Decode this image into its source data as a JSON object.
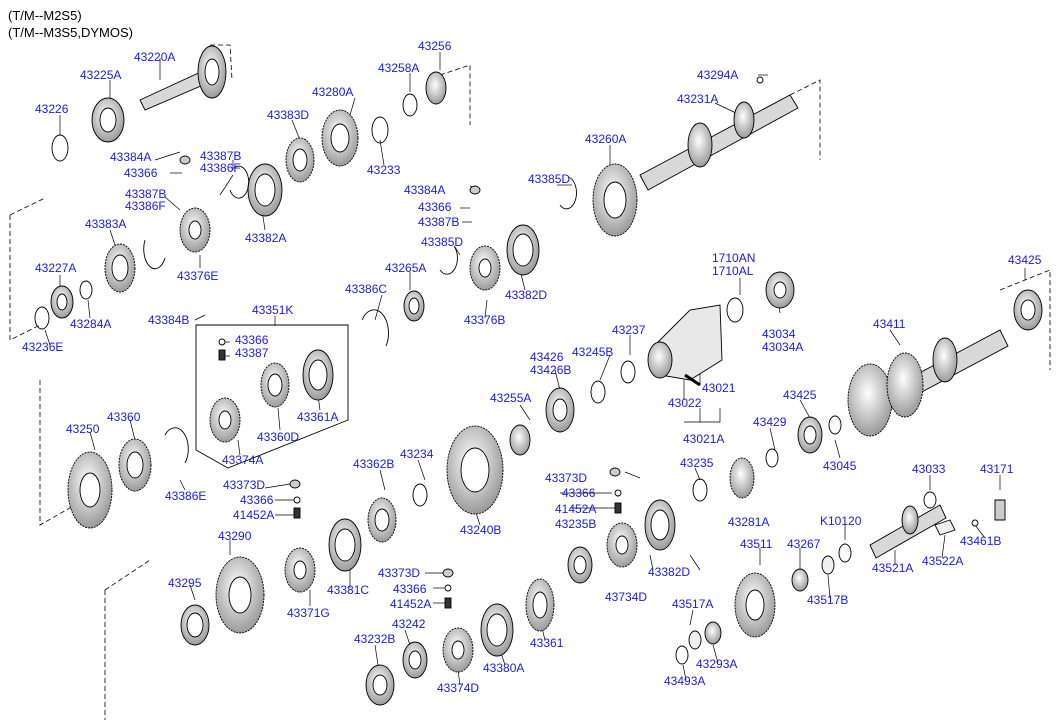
{
  "header": {
    "notes": [
      "(T/M--M2S5)",
      "(T/M--M3S5,DYMOS)"
    ]
  },
  "colors": {
    "part_label": "#1a1ae6",
    "line": "#000000"
  },
  "parts": {
    "p43220A": "43220A",
    "p43225A": "43225A",
    "p43226": "43226",
    "p43256": "43256",
    "p43258A": "43258A",
    "p43294A": "43294A",
    "p43231A": "43231A",
    "p43280A": "43280A",
    "p43383D": "43383D",
    "p43233": "43233",
    "p43260A": "43260A",
    "p43384A_1": "43384A",
    "p43366_1": "43366",
    "p43387B_1": "43387B",
    "p43386F_1": "43386F",
    "p43387B_2": "43387B",
    "p43386F_2": "43386F",
    "p43383A": "43383A",
    "p43382A": "43382A",
    "p43376E": "43376E",
    "p43227A": "43227A",
    "p43284A": "43284A",
    "p43236E": "43236E",
    "p43385D_1": "43385D",
    "p43384A_2": "43384A",
    "p43366_2": "43366",
    "p43387B_3": "43387B",
    "p43385D_2": "43385D",
    "p43265A": "43265A",
    "p43386C": "43386C",
    "p43382D_1": "43382D",
    "p43376B": "43376B",
    "p1710AN": "1710AN",
    "p1710AL": "1710AL",
    "p43425_1": "43425",
    "p43034": "43034",
    "p43034A": "43034A",
    "p43384B": "43384B",
    "p43351K": "43351K",
    "p43366_3": "43366",
    "p43387": "43387",
    "p43361A": "43361A",
    "p43360D": "43360D",
    "p43374A": "43374A",
    "p43411": "43411",
    "p43237": "43237",
    "p43426": "43426",
    "p43426B": "43426B",
    "p43245B": "43245B",
    "p43021": "43021",
    "p43022": "43022",
    "p43021A": "43021A",
    "p43425_2": "43425",
    "p43429": "43429",
    "p43045": "43045",
    "p43255A": "43255A",
    "p43250": "43250",
    "p43360": "43360",
    "p43386E": "43386E",
    "p43362B": "43362B",
    "p43234": "43234",
    "p43240B": "43240B",
    "p43235": "43235",
    "p43373D_1": "43373D",
    "p43366_4": "43366",
    "p41452A_1": "41452A",
    "p43373D_2": "43373D",
    "p43366_5": "43366",
    "p41452A_2": "41452A",
    "p43235B": "43235B",
    "p43281A": "43281A",
    "p43033": "43033",
    "p43171": "43171",
    "pK10120": "K10120",
    "p43461B": "43461B",
    "p43522A": "43522A",
    "p43521A": "43521A",
    "p43511": "43511",
    "p43267": "43267",
    "p43517B": "43517B",
    "p43290": "43290",
    "p43371G": "43371G",
    "p43381C": "43381C",
    "p43734D": "43734D",
    "p43382D_2": "43382D",
    "p43295": "43295",
    "p43373D_3": "43373D",
    "p43366_6": "43366",
    "p41452A_3": "41452A",
    "p43242": "43242",
    "p43232B": "43232B",
    "p43361": "43361",
    "p43380A": "43380A",
    "p43374D": "43374D",
    "p43517A": "43517A",
    "p43293A": "43293A",
    "p43493A": "43493A"
  }
}
